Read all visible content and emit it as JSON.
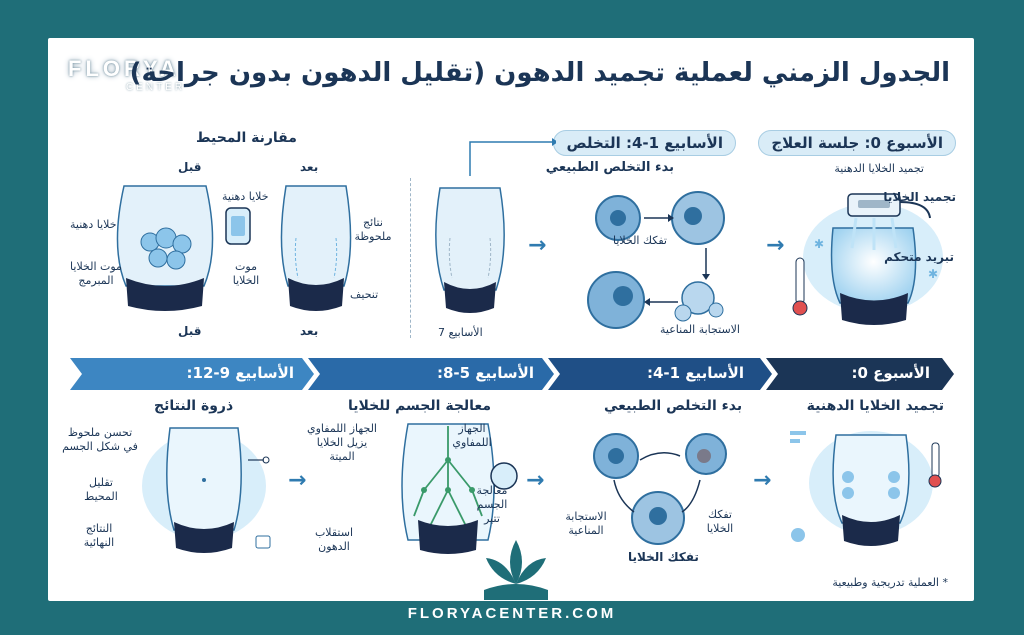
{
  "title": "الجدول الزمني لعملية تجميد الدهون (تقليل الدهون بدون جراحة)",
  "logo": {
    "brand": "FLORYA",
    "sub": "CENTER"
  },
  "top": {
    "week0_pill": "الأسبوع 0: جلسة العلاج",
    "week0_sub": "تجميد الخلايا الدهنية",
    "freeze_label": "تجميد الخلايا",
    "cool_label": "تبريد متحكم",
    "week14_pill": "الأسابيع 1-4: التخلص",
    "week14_sub": "بدء التخلص الطبيعي",
    "cell_breakdown": "تفكك الخلايا",
    "immune_response": "الاستجابة المناعية",
    "seven_weeks": "الأسابيع 7",
    "compare_title": "مقارنة المحيط",
    "before": "قبل",
    "after": "بعد",
    "before_bottom": "قبل",
    "after_bottom": "بعد",
    "fat_cells": "خلايا دهنية",
    "fat_cells_left": "خلايا دهنية",
    "programmed_death": "موت الخلايا المبرمج",
    "cell_death": "موت الخلايا",
    "visible_results": "نتائج ملحوظة",
    "slimming": "تنحيف"
  },
  "bands": [
    {
      "label": "الأسبوع 0:",
      "color": "#1b3556"
    },
    {
      "label": "الأسابيع 1-4:",
      "color": "#1f4f86"
    },
    {
      "label": "الأسابيع 5-8:",
      "color": "#2a6aa8"
    },
    {
      "label": "الأسابيع 9-12:",
      "color": "#3d86c2"
    }
  ],
  "bottom": {
    "s1_title": "تجميد الخلايا الدهنية",
    "s2_title": "بدء التخلص الطبيعي",
    "s2_breakdown": "تفكك الخلايا",
    "s2_breakdown2": "تفكك الخلايا",
    "s2_immune": "الاستجابة المناعية",
    "s3_title": "معالجة الجسم للخلايا",
    "s3_lymph": "الجهاز اللمفاوي",
    "s3_lymph_remove": "الجهاز اللمفاوي يزيل الخلايا الميتة",
    "s3_processing": "معالجة الجسم تتير",
    "s3_metabolism": "استقلاب الدهون",
    "s4_title": "ذروة النتائج",
    "s4_improve": "تحسن ملحوظ في شكل الجسم",
    "s4_reduce": "تقليل المحيط",
    "s4_final": "النتائج النهائية"
  },
  "note": "* العملية تدريجية وطبيعية",
  "footer": "FLORYACENTER.COM",
  "colors": {
    "background": "#1f6e78",
    "navy": "#1b3556",
    "accent": "#2f7bb0",
    "ice": "#bfe3f7"
  }
}
